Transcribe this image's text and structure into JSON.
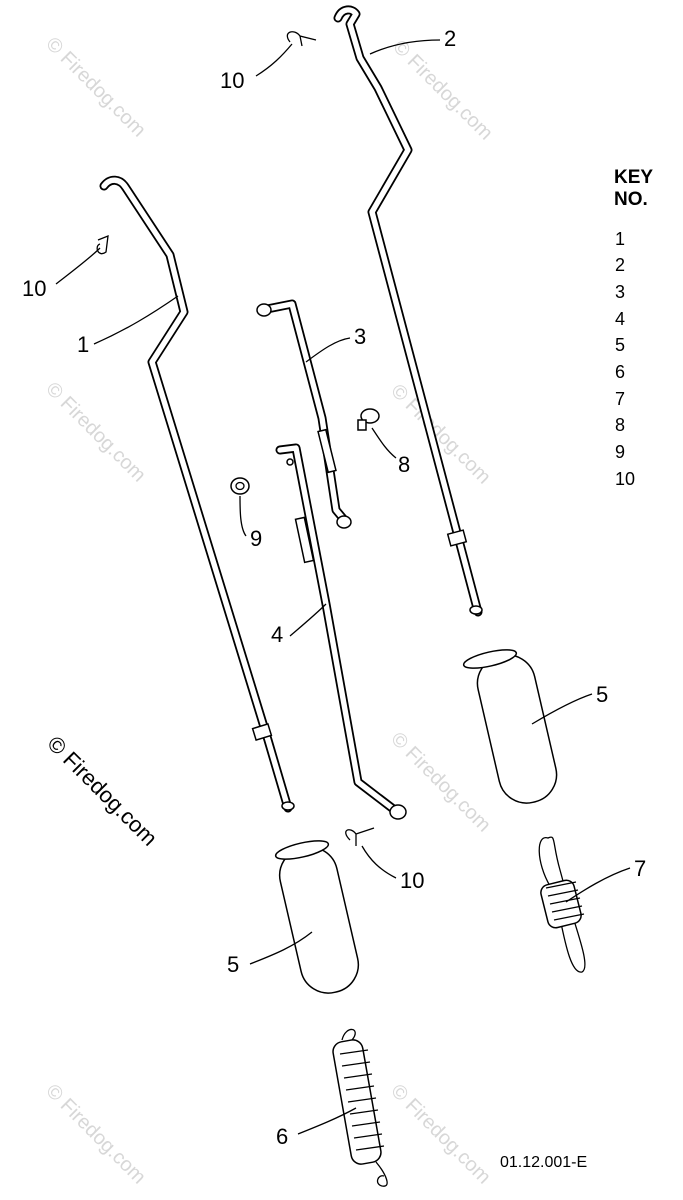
{
  "watermarks": [
    "© Firedog.com",
    "© Firedog.com",
    "© Firedog.com",
    "© Firedog.com",
    "© Firedog.com",
    "© Firedog.com",
    "© Firedog.com",
    "© Firedog.com"
  ],
  "key": {
    "title_line1": "KEY",
    "title_line2": "NO.",
    "items": [
      "1",
      "2",
      "3",
      "4",
      "5",
      "6",
      "7",
      "8",
      "9",
      "10"
    ]
  },
  "callouts": {
    "c10_top": "10",
    "c2": "2",
    "c10_left": "10",
    "c1": "1",
    "c3": "3",
    "c8": "8",
    "c9": "9",
    "c4": "4",
    "c5_right": "5",
    "c10_bottom": "10",
    "c7": "7",
    "c5_left": "5",
    "c6": "6"
  },
  "drawing_code": "01.12.001-E"
}
